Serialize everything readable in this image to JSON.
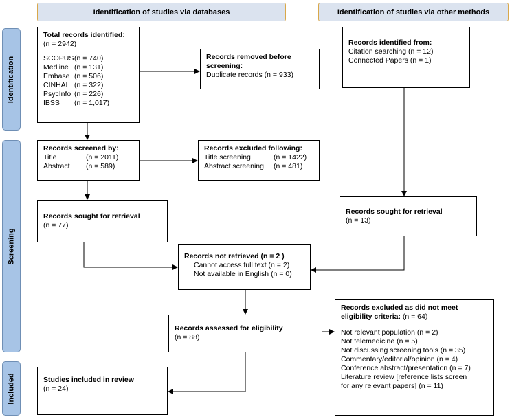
{
  "headers": {
    "databases": "Identification of studies via databases",
    "other": "Identification of studies via other methods"
  },
  "phases": {
    "identification": "Identification",
    "screening": "Screening",
    "included": "Included"
  },
  "total_records": {
    "title": "Total records identified:",
    "count": "(n = 2942)",
    "sources": [
      {
        "name": "SCOPUS",
        "n": "(n = 740)"
      },
      {
        "name": "Medline",
        "n": "(n = 131)"
      },
      {
        "name": "Embase",
        "n": "(n = 506)"
      },
      {
        "name": "CINHAL",
        "n": "(n = 322)"
      },
      {
        "name": "PsycInfo",
        "n": "(n = 226)"
      },
      {
        "name": "IBSS",
        "n": "(n = 1,017)"
      }
    ]
  },
  "removed": {
    "title1": "Records removed before",
    "title2": "screening:",
    "line": "Duplicate records (n = 933)"
  },
  "other_identified": {
    "title": "Records identified from:",
    "line1": "Citation searching  (n = 12)",
    "line2": "Connected Papers (n = 1)"
  },
  "screened": {
    "title": "Records screened by:",
    "rows": [
      {
        "k": "Title",
        "v": "(n = 2011)"
      },
      {
        "k": "Abstract",
        "v": "(n = 589)"
      }
    ]
  },
  "excluded_screen": {
    "title": "Records excluded following:",
    "rows": [
      {
        "k": "Title screening",
        "v": "(n = 1422)"
      },
      {
        "k": "Abstract screening",
        "v": "(n = 481)"
      }
    ]
  },
  "sought_db": {
    "title": "Records sought for retrieval",
    "count": "(n = 77)"
  },
  "sought_other": {
    "title": "Records sought for retrieval",
    "count": "(n = 13)"
  },
  "not_retrieved": {
    "title": "Records not retrieved (n = 2 )",
    "line1": "Cannot access full text (n = 2)",
    "line2": "Not available in English (n = 0)"
  },
  "assessed": {
    "title": "Records assessed for eligibility",
    "count": "(n = 88)"
  },
  "excluded_elig": {
    "title1": "Records excluded as did not meet",
    "title2": "eligibility criteria:",
    "title2_n": " (n = 64)",
    "items": [
      "Not relevant population (n = 2)",
      "Not telemedicine (n = 5)",
      "Not discussing screening tools (n = 35)",
      "Commentary/editorial/opinion (n = 4)",
      "Conference abstract/presentation (n = 7)",
      "Literature review [reference lists screen",
      "for any relevant papers] (n = 11)"
    ]
  },
  "included": {
    "title": "Studies included in review",
    "count": "(n = 24)"
  }
}
